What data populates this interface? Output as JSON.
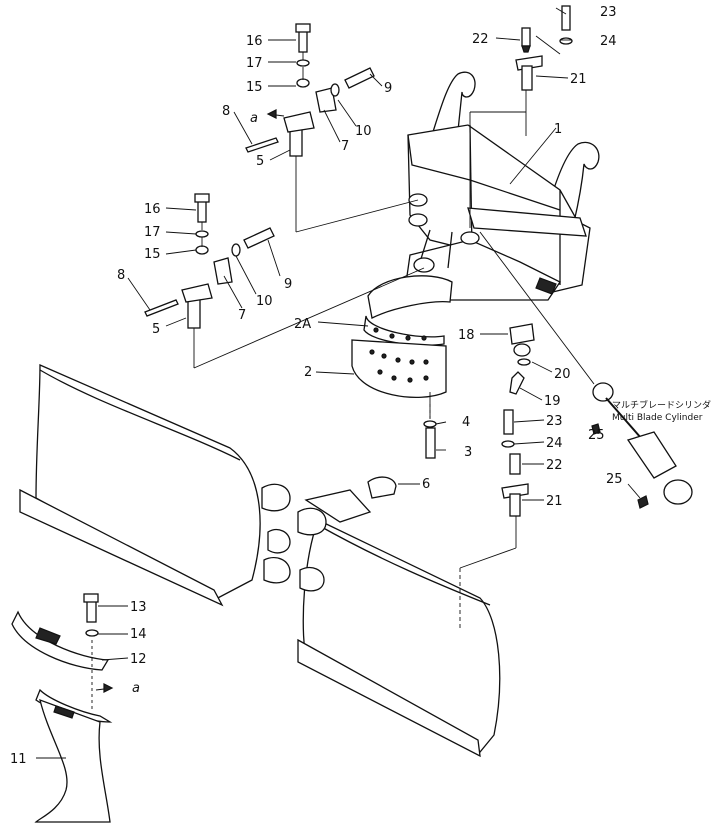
{
  "diagram": {
    "callouts": [
      {
        "id": "c1",
        "text": "1"
      },
      {
        "id": "c2",
        "text": "2"
      },
      {
        "id": "c2A",
        "text": "2A"
      },
      {
        "id": "c3",
        "text": "3"
      },
      {
        "id": "c4",
        "text": "4"
      },
      {
        "id": "c5a",
        "text": "5"
      },
      {
        "id": "c5b",
        "text": "5"
      },
      {
        "id": "c6",
        "text": "6"
      },
      {
        "id": "c7a",
        "text": "7"
      },
      {
        "id": "c7b",
        "text": "7"
      },
      {
        "id": "c8a",
        "text": "8"
      },
      {
        "id": "c8b",
        "text": "8"
      },
      {
        "id": "c9a",
        "text": "9"
      },
      {
        "id": "c9b",
        "text": "9"
      },
      {
        "id": "c10a",
        "text": "10"
      },
      {
        "id": "c10b",
        "text": "10"
      },
      {
        "id": "c11",
        "text": "11"
      },
      {
        "id": "c12",
        "text": "12"
      },
      {
        "id": "c13",
        "text": "13"
      },
      {
        "id": "c14",
        "text": "14"
      },
      {
        "id": "c15a",
        "text": "15"
      },
      {
        "id": "c15b",
        "text": "15"
      },
      {
        "id": "c16a",
        "text": "16"
      },
      {
        "id": "c16b",
        "text": "16"
      },
      {
        "id": "c17a",
        "text": "17"
      },
      {
        "id": "c17b",
        "text": "17"
      },
      {
        "id": "c18",
        "text": "18"
      },
      {
        "id": "c19",
        "text": "19"
      },
      {
        "id": "c20",
        "text": "20"
      },
      {
        "id": "c21a",
        "text": "21"
      },
      {
        "id": "c21b",
        "text": "21"
      },
      {
        "id": "c22a",
        "text": "22"
      },
      {
        "id": "c22b",
        "text": "22"
      },
      {
        "id": "c23a",
        "text": "23"
      },
      {
        "id": "c23b",
        "text": "23"
      },
      {
        "id": "c24a",
        "text": "24"
      },
      {
        "id": "c24b",
        "text": "24"
      },
      {
        "id": "c25a",
        "text": "25"
      },
      {
        "id": "c25b",
        "text": "25"
      }
    ],
    "view_markers": [
      {
        "id": "va1",
        "text": "a"
      },
      {
        "id": "va2",
        "text": "a"
      }
    ],
    "cylinder_label_jp": "マルチブレードシリンダ",
    "cylinder_label_en": "Multi Blade Cylinder"
  }
}
